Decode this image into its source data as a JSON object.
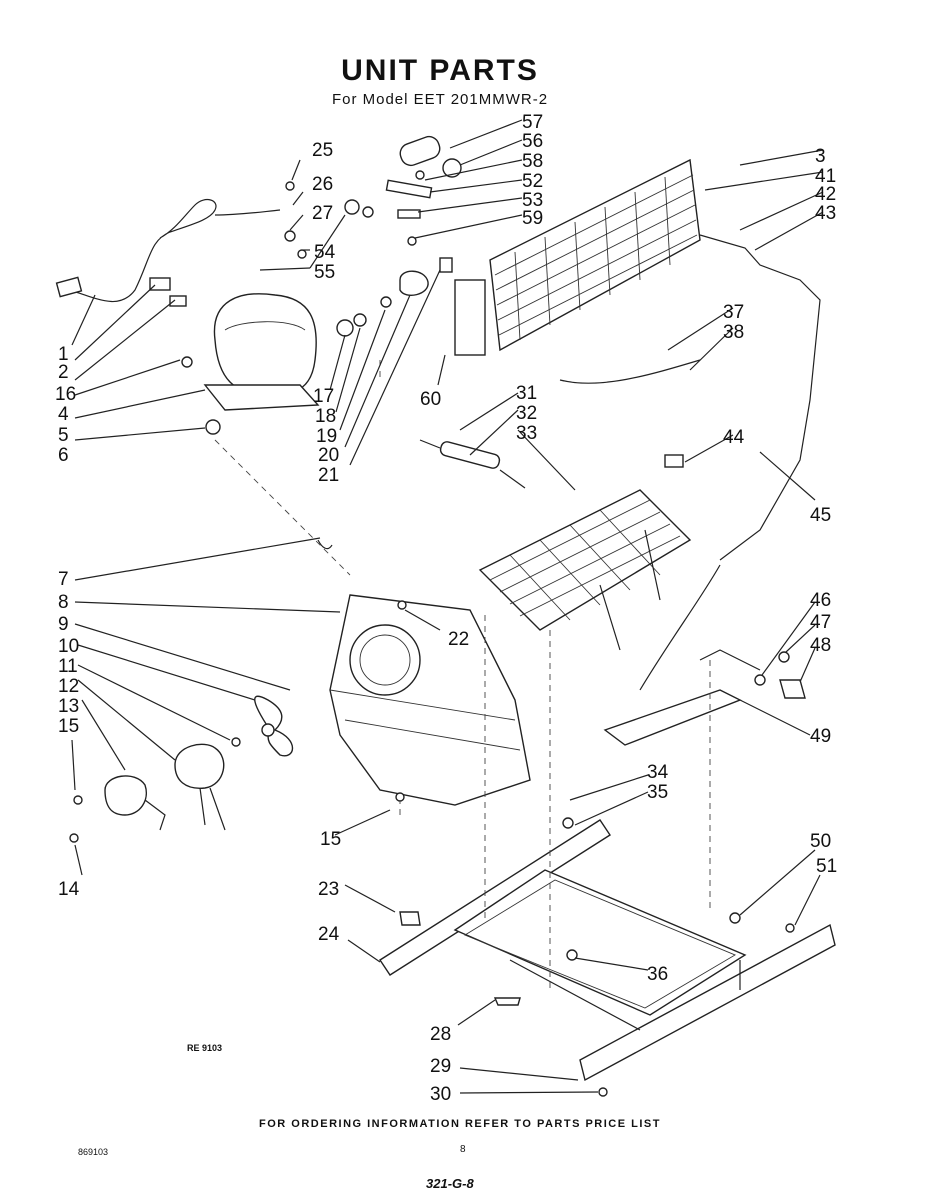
{
  "header": {
    "title": "UNIT PARTS",
    "subtitle": "For Model EET 201MMWR-2"
  },
  "footer": {
    "ordering_note": "FOR ORDERING INFORMATION REFER TO PARTS PRICE LIST",
    "drawing_code": "RE 9103",
    "document_number": "869103",
    "page_number": "8",
    "handwritten_note": "321-G-8"
  },
  "part_numbers": [
    "1",
    "2",
    "3",
    "4",
    "5",
    "6",
    "7",
    "8",
    "9",
    "10",
    "11",
    "12",
    "13",
    "14",
    "15",
    "15",
    "16",
    "17",
    "18",
    "19",
    "20",
    "21",
    "22",
    "23",
    "24",
    "25",
    "26",
    "27",
    "28",
    "29",
    "30",
    "31",
    "32",
    "33",
    "34",
    "35",
    "36",
    "37",
    "38",
    "41",
    "42",
    "43",
    "44",
    "45",
    "46",
    "47",
    "48",
    "49",
    "50",
    "51",
    "52",
    "53",
    "54",
    "55",
    "56",
    "57",
    "58",
    "59",
    "60"
  ]
}
